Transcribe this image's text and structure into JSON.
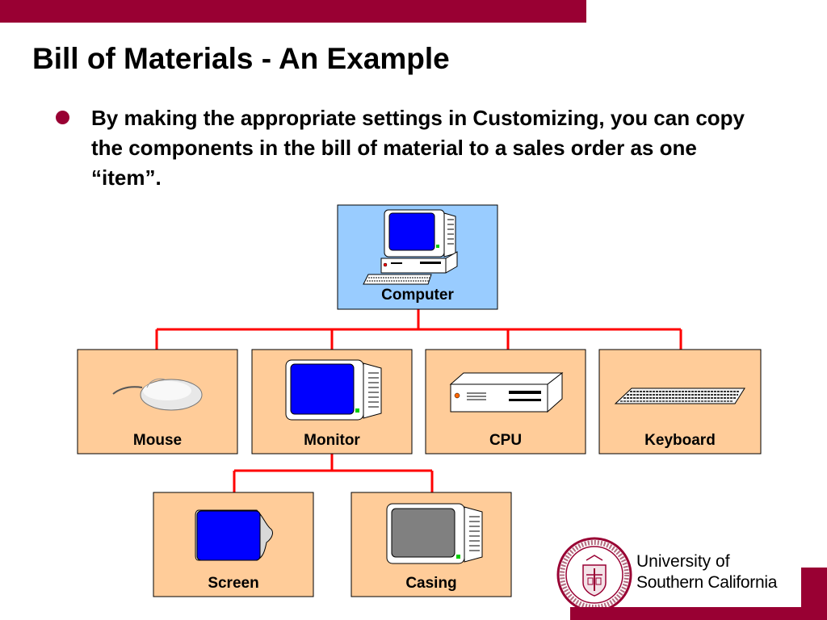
{
  "slide": {
    "title": "Bill of Materials - An Example",
    "bullet": "By making the appropriate settings in Customizing, you can copy the components in the bill of material to a sales order as one “item”."
  },
  "diagram": {
    "root": "Computer",
    "level1": [
      "Mouse",
      "Monitor",
      "CPU",
      "Keyboard"
    ],
    "level2": [
      "Screen",
      "Casing"
    ]
  },
  "university": {
    "line1": "University of",
    "line2": "Southern California"
  },
  "colors": {
    "brand": "#990033",
    "connector": "#ff0000",
    "root_box": "#99ccff",
    "component_box": "#ffcc99"
  }
}
